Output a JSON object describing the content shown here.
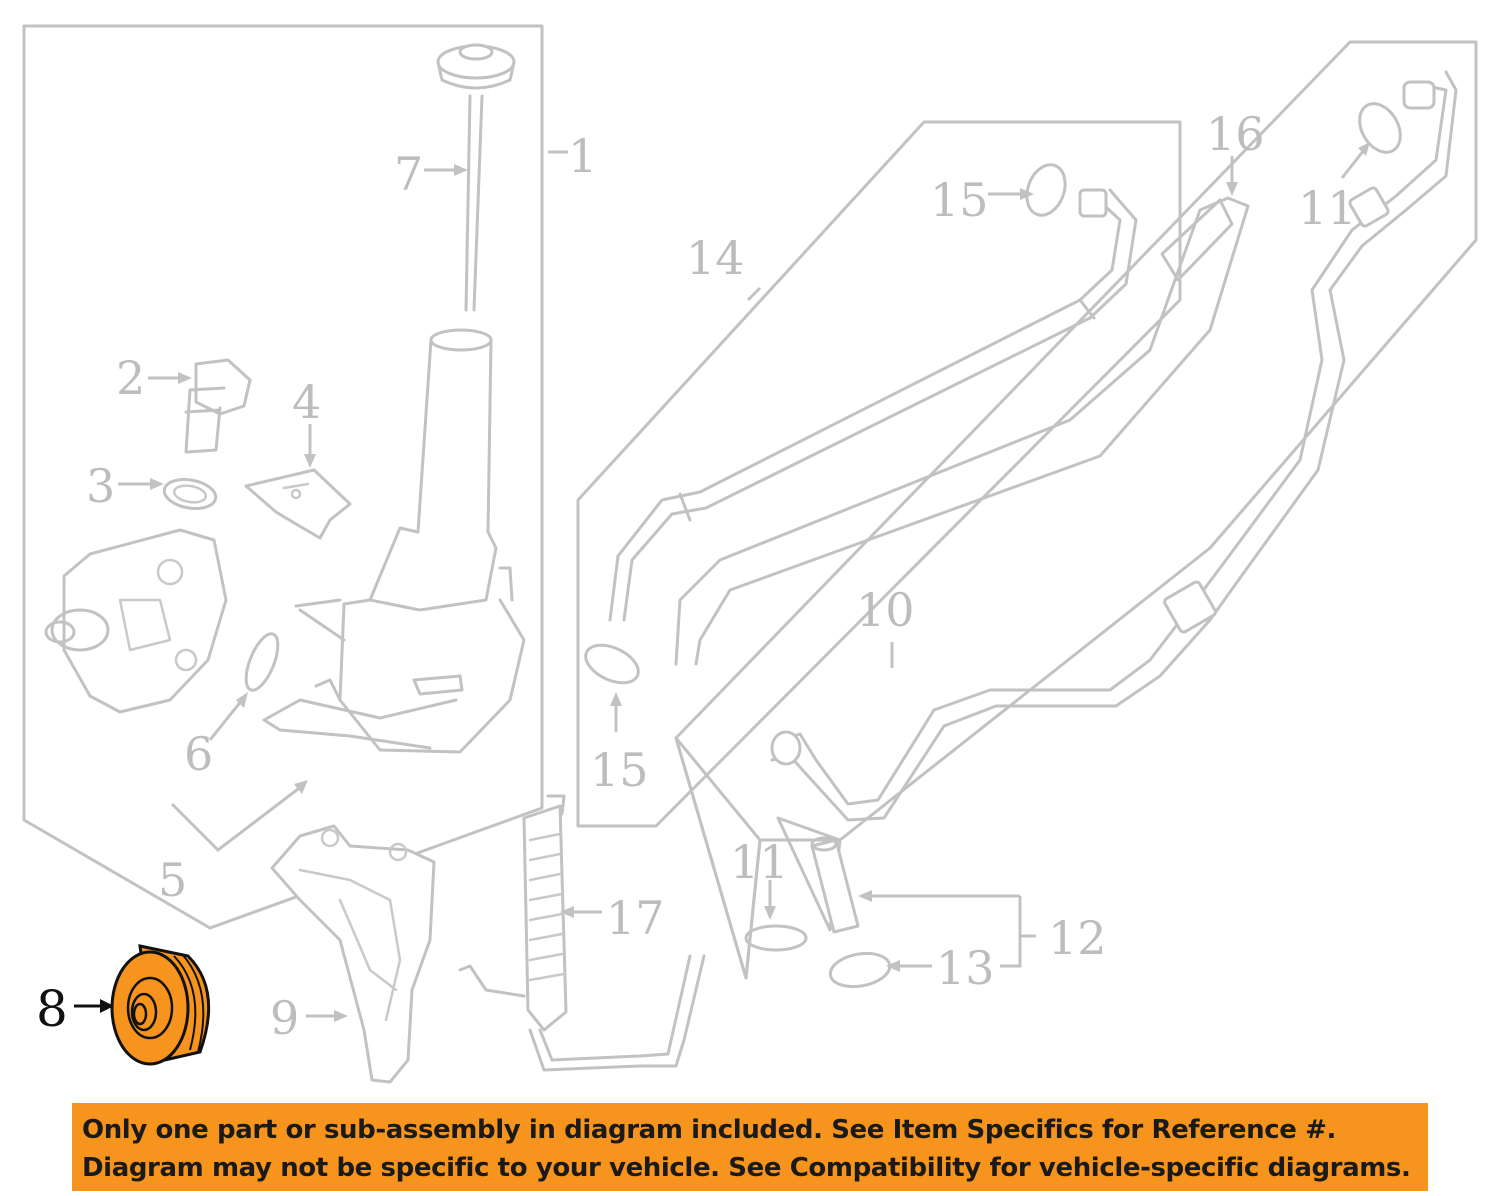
{
  "diagram": {
    "callouts": {
      "c1": "1",
      "c2": "2",
      "c3": "3",
      "c4": "4",
      "c5": "5",
      "c6": "6",
      "c7": "7",
      "c8": "8",
      "c9": "9",
      "c10": "10",
      "c11a": "11",
      "c11b": "11",
      "c12": "12",
      "c13": "13",
      "c14": "14",
      "c15a": "15",
      "c15b": "15",
      "c16": "16",
      "c17": "17"
    },
    "highlighted_part": "8",
    "highlight_color": "#f7941d",
    "line_color": "#c2c2c2"
  },
  "banner": {
    "line1": "Only one part or sub-assembly in diagram included. See Item Specifics for Reference #.",
    "line2": "Diagram may not be specific to your vehicle. See Compatibility for vehicle-specific diagrams.",
    "background": "#f7941d"
  }
}
